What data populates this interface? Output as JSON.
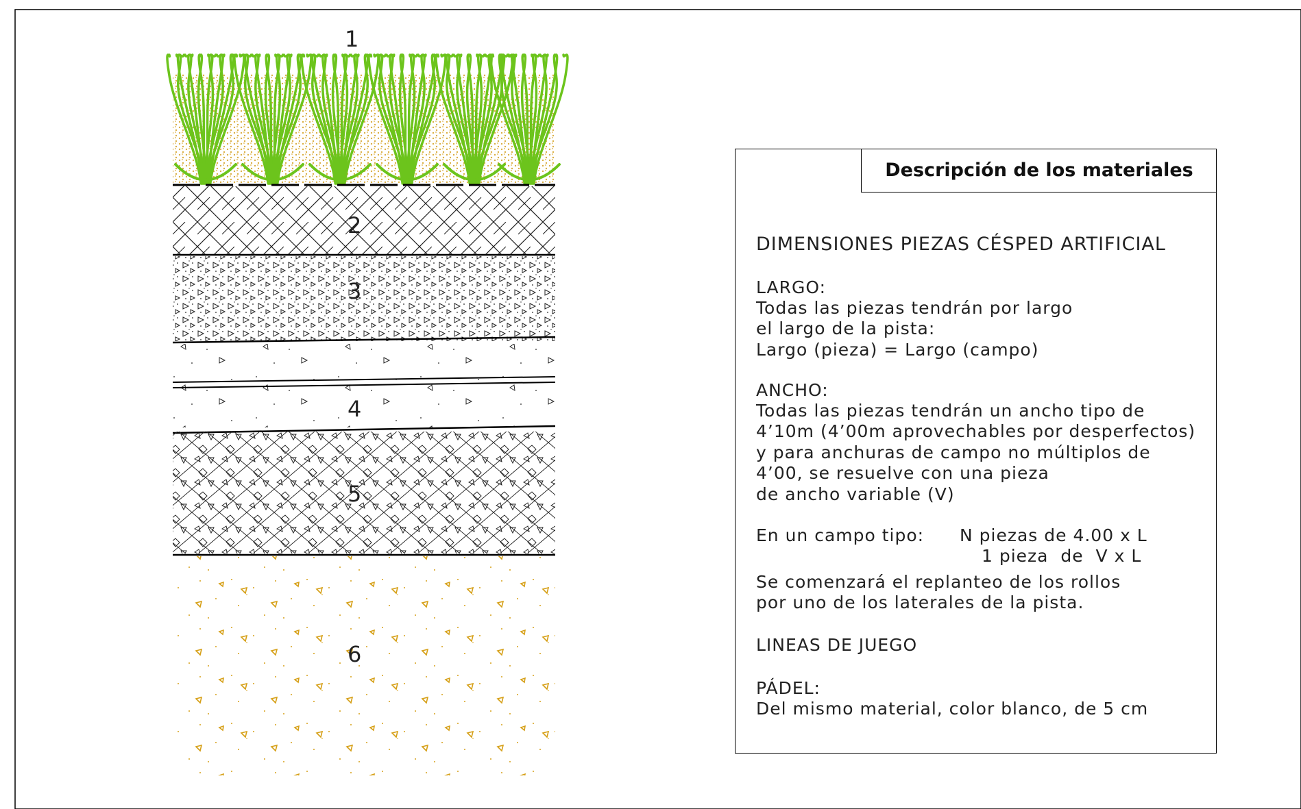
{
  "layers": {
    "labels": [
      "1",
      "2",
      "3",
      "4",
      "5",
      "6"
    ],
    "colors": {
      "grass": "#6cc41c",
      "sand_infill": "#d4a020",
      "aggregate": "#d6a018",
      "line": "#000000"
    }
  },
  "panel": {
    "title": "Descripción de los materiales",
    "lines": [
      "DIMENSIONES PIEZAS CÉSPED ARTIFICIAL",
      "LARGO:",
      "Todas las piezas tendrán por largo",
      "el largo de la pista:",
      "Largo (pieza) = Largo (campo)",
      "ANCHO:",
      "Todas las piezas tendrán un ancho tipo de",
      "4’10m (4’00m aprovechables por desperfectos)",
      "y para anchuras de campo no múltiplos de",
      "4’00, se resuelve con una pieza",
      "de ancho variable (V)",
      "En un campo tipo:",
      "N piezas de 4.00 x L",
      "1 pieza  de  V x L",
      "Se comenzará el replanteo de los rollos",
      "por uno de los laterales de la pista.",
      "LINEAS DE JUEGO",
      "PÁDEL:",
      "Del mismo material, color blanco, de 5 cm"
    ]
  }
}
